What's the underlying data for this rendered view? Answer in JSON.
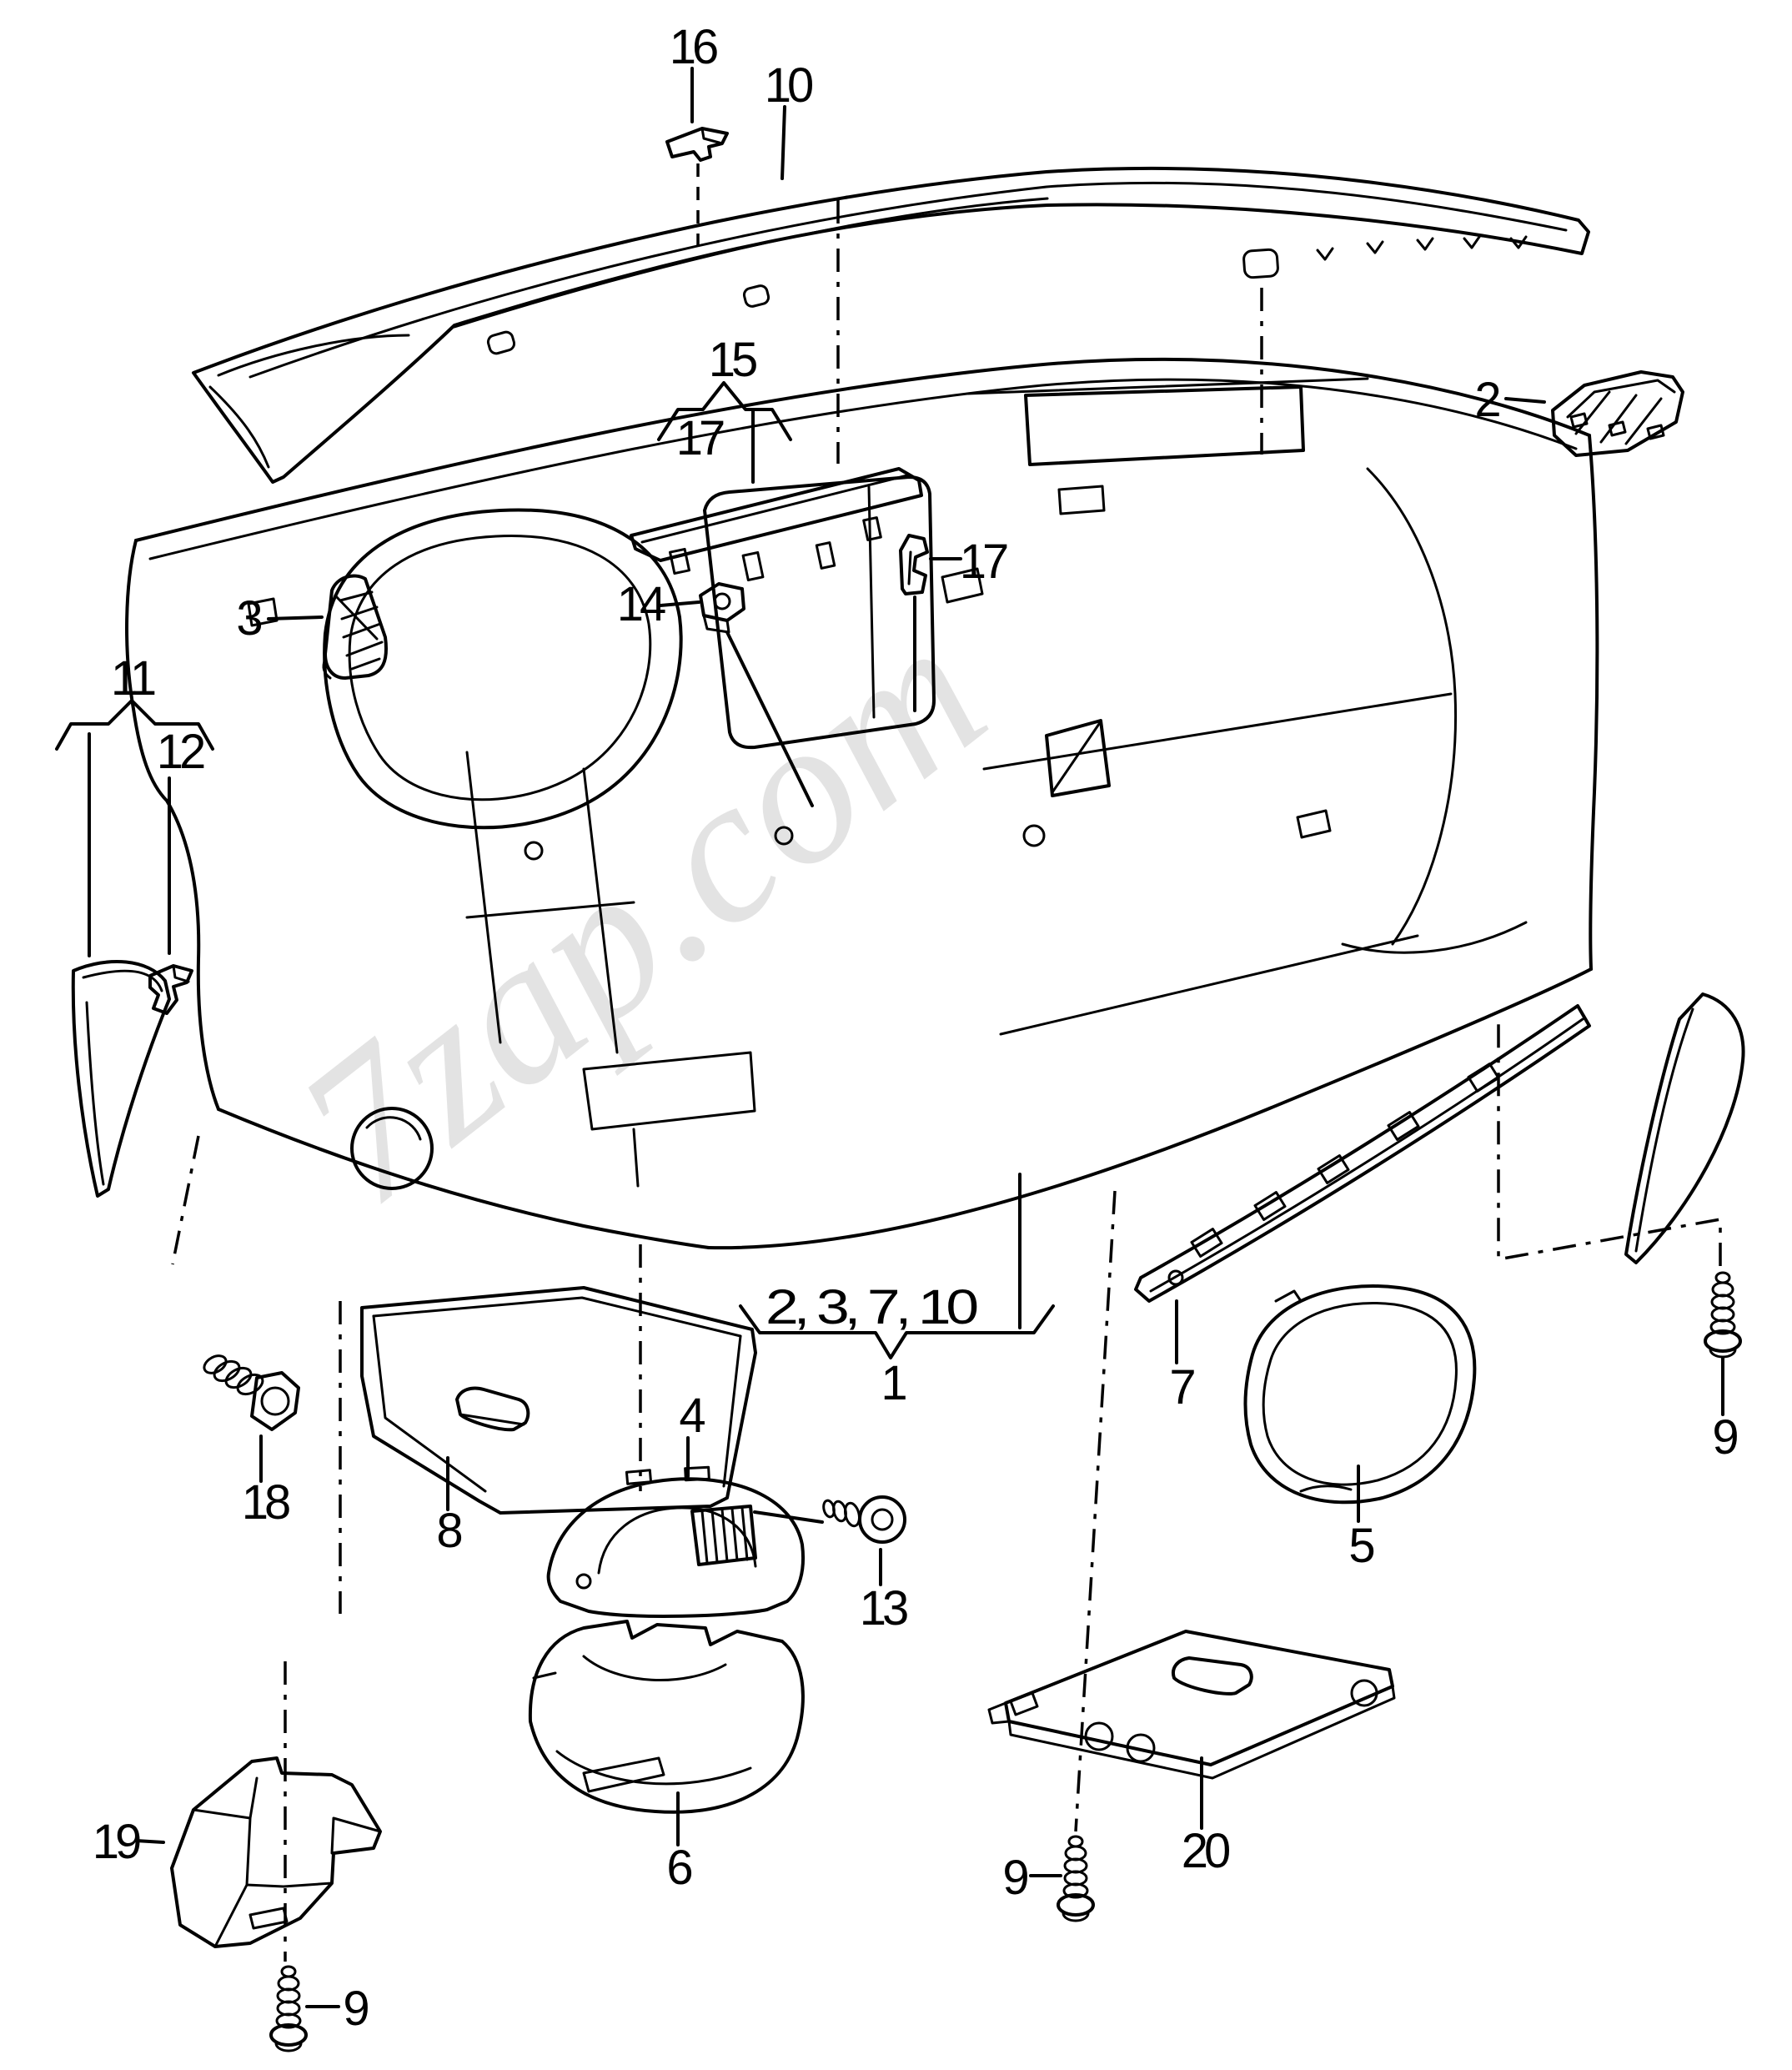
{
  "diagram": {
    "type": "exploded-parts-diagram",
    "subject": "dashboard-instrument-panel",
    "watermark": "7zap.com",
    "colors": {
      "background": "#ffffff",
      "line": "#000000",
      "watermark": "#cdcdcd"
    }
  },
  "callouts": [
    {
      "id": "16",
      "label": "16"
    },
    {
      "id": "10",
      "label": "10"
    },
    {
      "id": "2",
      "label": "2"
    },
    {
      "id": "15",
      "label": "15"
    },
    {
      "id": "17-left",
      "label": "17"
    },
    {
      "id": "17-right",
      "label": "17"
    },
    {
      "id": "14",
      "label": "14"
    },
    {
      "id": "3",
      "label": "3"
    },
    {
      "id": "11",
      "label": "11"
    },
    {
      "id": "12",
      "label": "12"
    },
    {
      "id": "group-1",
      "label": "2, 3, 7, 10"
    },
    {
      "id": "1",
      "label": "1"
    },
    {
      "id": "4",
      "label": "4"
    },
    {
      "id": "13",
      "label": "13"
    },
    {
      "id": "18",
      "label": "18"
    },
    {
      "id": "8",
      "label": "8"
    },
    {
      "id": "6",
      "label": "6"
    },
    {
      "id": "19",
      "label": "19"
    },
    {
      "id": "9-left",
      "label": "9"
    },
    {
      "id": "9-center",
      "label": "9"
    },
    {
      "id": "20",
      "label": "20"
    },
    {
      "id": "5",
      "label": "5"
    },
    {
      "id": "7",
      "label": "7"
    },
    {
      "id": "9-right",
      "label": "9"
    }
  ]
}
